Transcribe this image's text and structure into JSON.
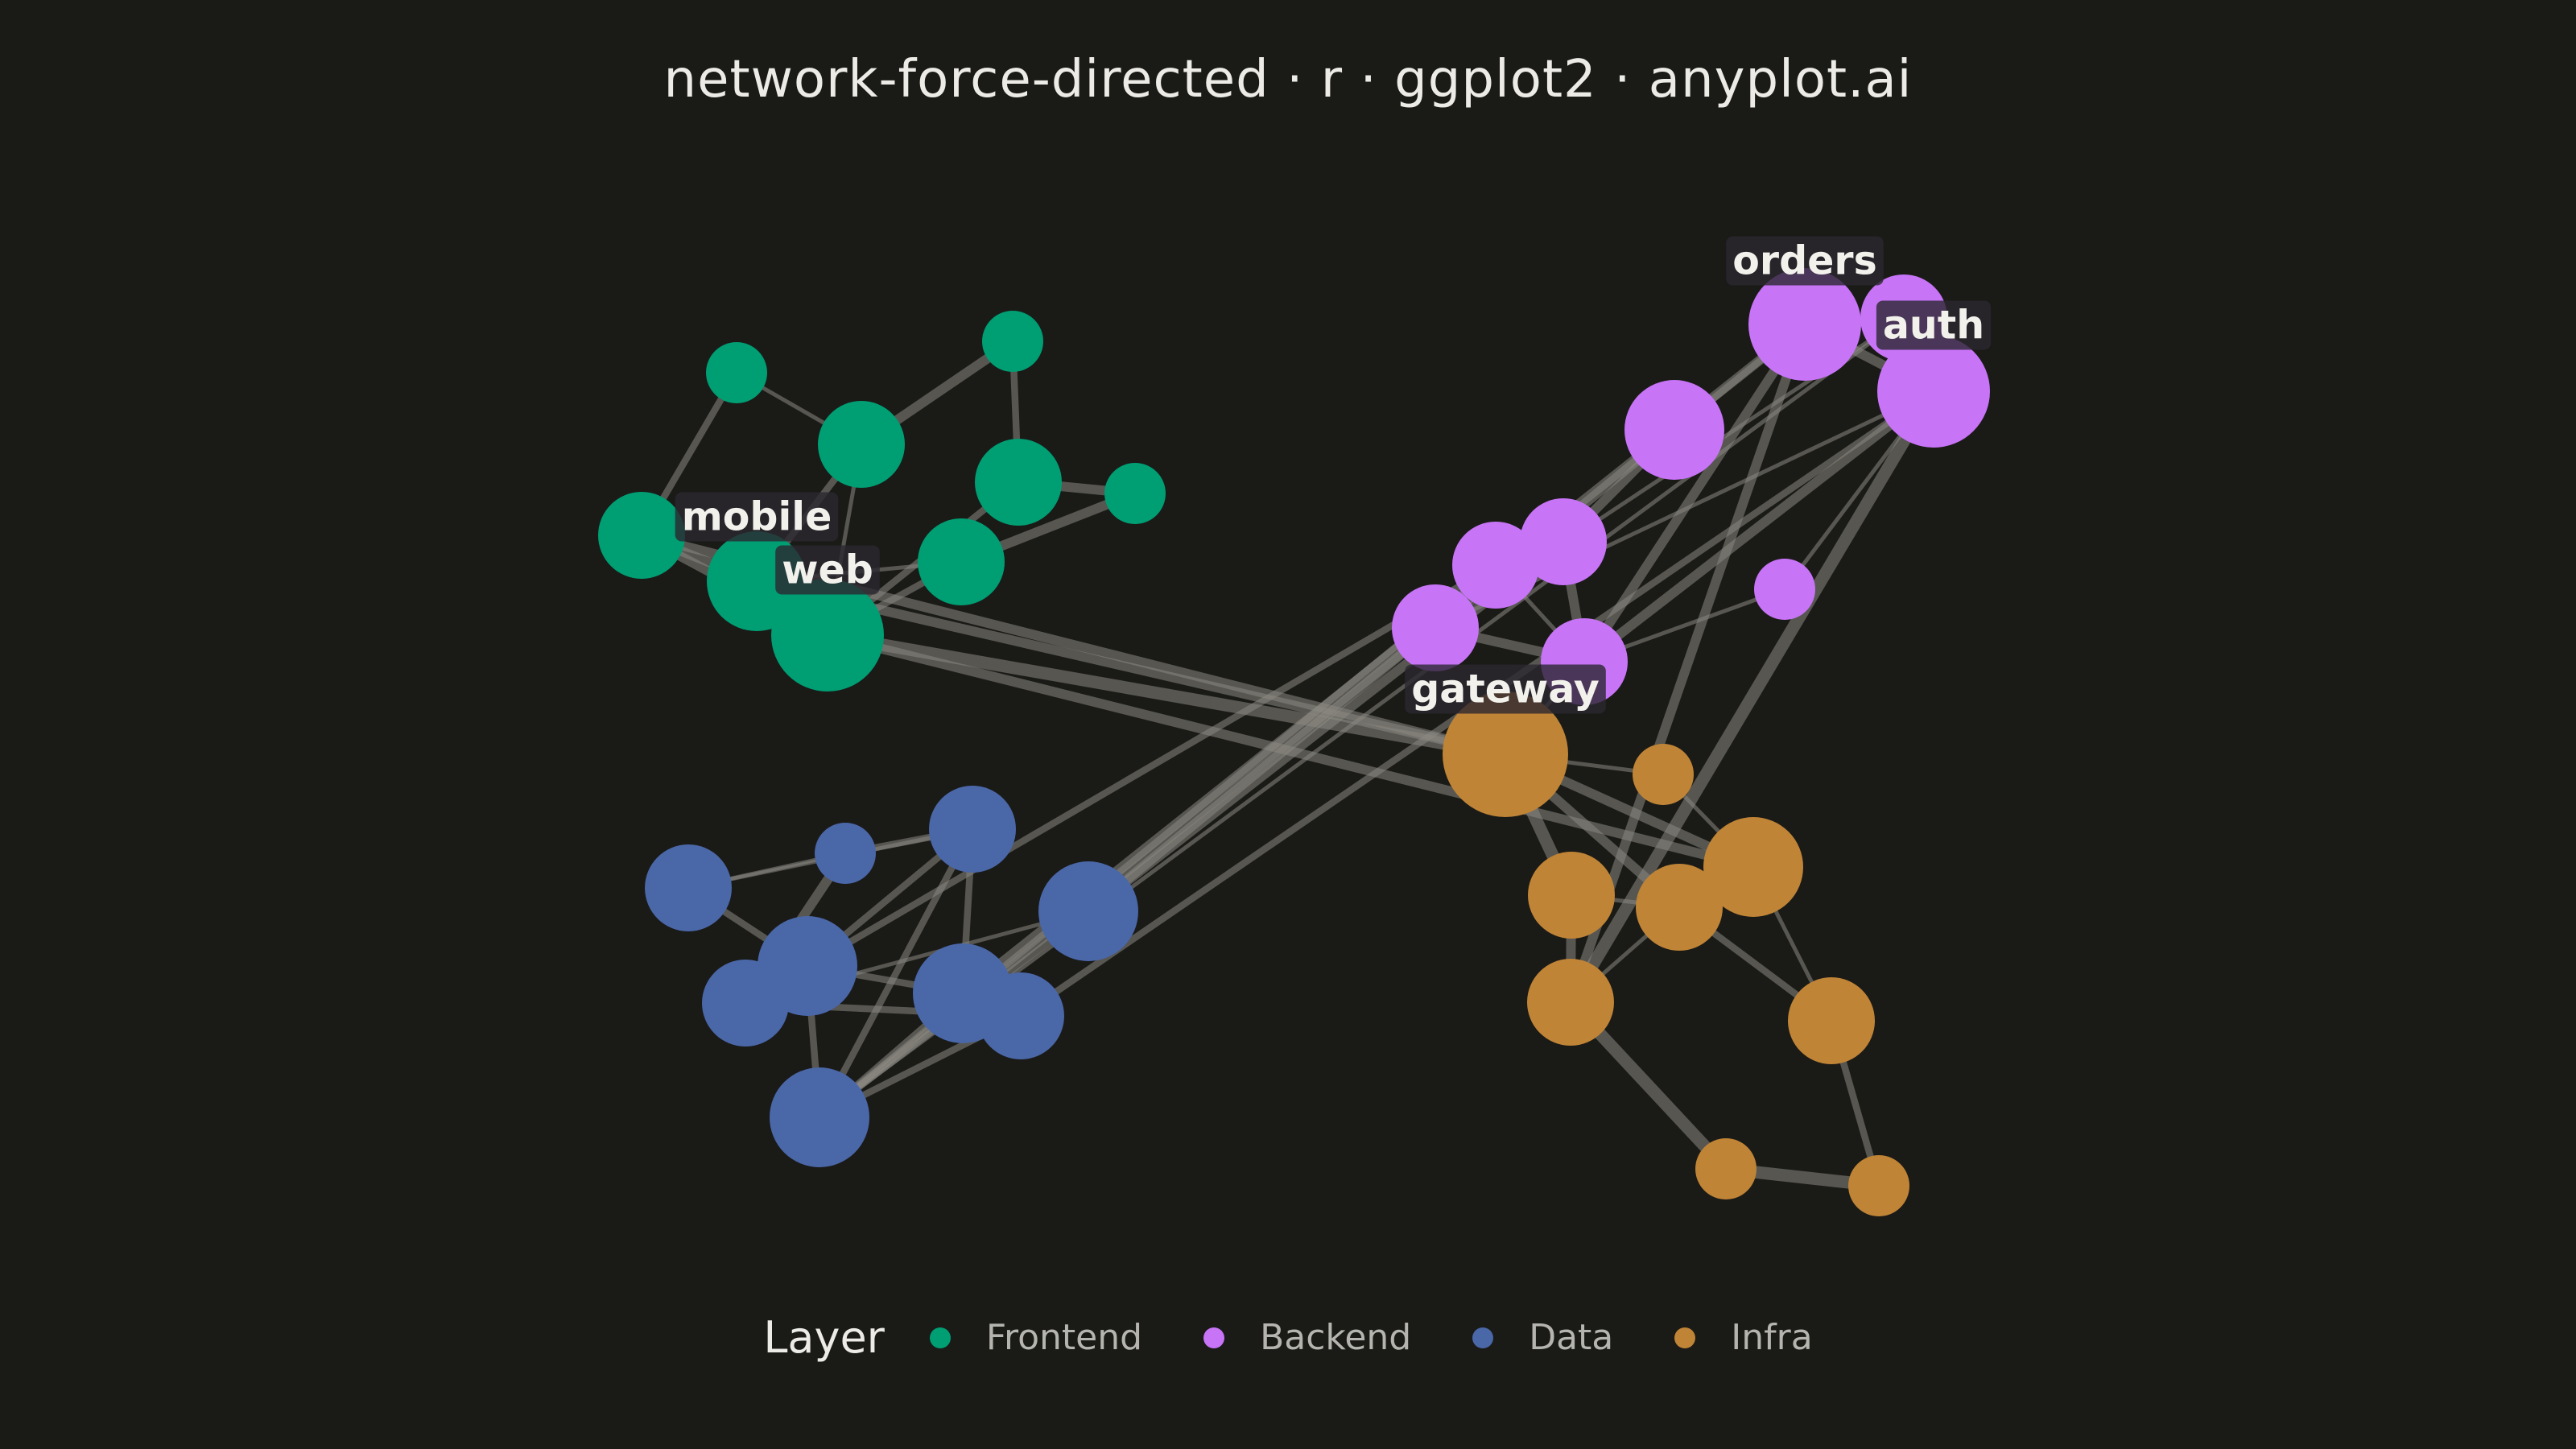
{
  "title": "network-force-directed · r · ggplot2 · anyplot.ai",
  "legend": {
    "title": "Layer",
    "items": [
      {
        "label": "Frontend",
        "color": "#009e73"
      },
      {
        "label": "Backend",
        "color": "#c774f7"
      },
      {
        "label": "Data",
        "color": "#4a67a8"
      },
      {
        "label": "Infra",
        "color": "#c08436"
      }
    ]
  },
  "colors": {
    "background": "#1a1a17",
    "edge": "#8a8982",
    "label_bg": "#2b2730",
    "label_text": "#f2f1ec"
  },
  "graph": {
    "nodes": [
      {
        "id": "f1",
        "group": "Frontend",
        "label": "",
        "weight": 2
      },
      {
        "id": "f2",
        "group": "Frontend",
        "label": "",
        "weight": 2
      },
      {
        "id": "f3",
        "group": "Frontend",
        "label": "",
        "weight": 4
      },
      {
        "id": "f4",
        "group": "Frontend",
        "label": "",
        "weight": 4
      },
      {
        "id": "f5",
        "group": "Frontend",
        "label": "",
        "weight": 2
      },
      {
        "id": "mobile",
        "group": "Frontend",
        "label": "mobile",
        "weight": 4
      },
      {
        "id": "f6",
        "group": "Frontend",
        "label": "",
        "weight": 5
      },
      {
        "id": "f7",
        "group": "Frontend",
        "label": "",
        "weight": 4
      },
      {
        "id": "web",
        "group": "Frontend",
        "label": "web",
        "weight": 6
      },
      {
        "id": "orders",
        "group": "Backend",
        "label": "orders",
        "weight": 6
      },
      {
        "id": "b1",
        "group": "Backend",
        "label": "",
        "weight": 4
      },
      {
        "id": "auth",
        "group": "Backend",
        "label": "auth",
        "weight": 6
      },
      {
        "id": "b2",
        "group": "Backend",
        "label": "",
        "weight": 5
      },
      {
        "id": "b3",
        "group": "Backend",
        "label": "",
        "weight": 4
      },
      {
        "id": "b4",
        "group": "Backend",
        "label": "",
        "weight": 4
      },
      {
        "id": "b5",
        "group": "Backend",
        "label": "",
        "weight": 2
      },
      {
        "id": "b6",
        "group": "Backend",
        "label": "",
        "weight": 4
      },
      {
        "id": "b7",
        "group": "Backend",
        "label": "",
        "weight": 4
      },
      {
        "id": "d1",
        "group": "Data",
        "label": "",
        "weight": 4
      },
      {
        "id": "d2",
        "group": "Data",
        "label": "",
        "weight": 2
      },
      {
        "id": "d3",
        "group": "Data",
        "label": "",
        "weight": 4
      },
      {
        "id": "d4",
        "group": "Data",
        "label": "",
        "weight": 5
      },
      {
        "id": "d5",
        "group": "Data",
        "label": "",
        "weight": 5
      },
      {
        "id": "d6",
        "group": "Data",
        "label": "",
        "weight": 4
      },
      {
        "id": "d7",
        "group": "Data",
        "label": "",
        "weight": 5
      },
      {
        "id": "d8",
        "group": "Data",
        "label": "",
        "weight": 4
      },
      {
        "id": "d9",
        "group": "Data",
        "label": "",
        "weight": 5
      },
      {
        "id": "gateway",
        "group": "Infra",
        "label": "gateway",
        "weight": 7
      },
      {
        "id": "i1",
        "group": "Infra",
        "label": "",
        "weight": 2
      },
      {
        "id": "i2",
        "group": "Infra",
        "label": "",
        "weight": 5
      },
      {
        "id": "i3",
        "group": "Infra",
        "label": "",
        "weight": 4
      },
      {
        "id": "i4",
        "group": "Infra",
        "label": "",
        "weight": 4
      },
      {
        "id": "i5",
        "group": "Infra",
        "label": "",
        "weight": 4
      },
      {
        "id": "i6",
        "group": "Infra",
        "label": "",
        "weight": 4
      },
      {
        "id": "i7",
        "group": "Infra",
        "label": "",
        "weight": 2
      },
      {
        "id": "i8",
        "group": "Infra",
        "label": "",
        "weight": 2
      }
    ],
    "edges": [
      {
        "source": "f1",
        "target": "f3",
        "weight": 1
      },
      {
        "source": "f1",
        "target": "mobile",
        "weight": 2
      },
      {
        "source": "f2",
        "target": "f3",
        "weight": 3
      },
      {
        "source": "f2",
        "target": "f4",
        "weight": 2
      },
      {
        "source": "f4",
        "target": "f5",
        "weight": 3
      },
      {
        "source": "f5",
        "target": "f7",
        "weight": 3
      },
      {
        "source": "f4",
        "target": "web",
        "weight": 2
      },
      {
        "source": "f3",
        "target": "f6",
        "weight": 2
      },
      {
        "source": "f3",
        "target": "web",
        "weight": 1
      },
      {
        "source": "mobile",
        "target": "f6",
        "weight": 3
      },
      {
        "source": "mobile",
        "target": "web",
        "weight": 3
      },
      {
        "source": "f6",
        "target": "f7",
        "weight": 1
      },
      {
        "source": "f7",
        "target": "web",
        "weight": 2
      },
      {
        "source": "mobile",
        "target": "gateway",
        "weight": 3
      },
      {
        "source": "f6",
        "target": "gateway",
        "weight": 3
      },
      {
        "source": "web",
        "target": "gateway",
        "weight": 4
      },
      {
        "source": "web",
        "target": "i2",
        "weight": 3
      },
      {
        "source": "orders",
        "target": "b1",
        "weight": 2
      },
      {
        "source": "orders",
        "target": "auth",
        "weight": 3
      },
      {
        "source": "b1",
        "target": "auth",
        "weight": 2
      },
      {
        "source": "orders",
        "target": "b2",
        "weight": 2
      },
      {
        "source": "orders",
        "target": "b7",
        "weight": 3
      },
      {
        "source": "auth",
        "target": "b7",
        "weight": 3
      },
      {
        "source": "auth",
        "target": "b5",
        "weight": 1
      },
      {
        "source": "auth",
        "target": "b6",
        "weight": 1
      },
      {
        "source": "b1",
        "target": "b6",
        "weight": 1
      },
      {
        "source": "b2",
        "target": "b3",
        "weight": 3
      },
      {
        "source": "b3",
        "target": "b4",
        "weight": 3
      },
      {
        "source": "b3",
        "target": "b7",
        "weight": 3
      },
      {
        "source": "b4",
        "target": "b7",
        "weight": 1
      },
      {
        "source": "b6",
        "target": "b7",
        "weight": 3
      },
      {
        "source": "b5",
        "target": "b7",
        "weight": 1
      },
      {
        "source": "b7",
        "target": "gateway",
        "weight": 1
      },
      {
        "source": "orders",
        "target": "i5",
        "weight": 3
      },
      {
        "source": "auth",
        "target": "i5",
        "weight": 4
      },
      {
        "source": "b2",
        "target": "d4",
        "weight": 3
      },
      {
        "source": "b3",
        "target": "d4",
        "weight": 3
      },
      {
        "source": "b4",
        "target": "d6",
        "weight": 2
      },
      {
        "source": "b6",
        "target": "d9",
        "weight": 2
      },
      {
        "source": "orders",
        "target": "d7",
        "weight": 3
      },
      {
        "source": "auth",
        "target": "d8",
        "weight": 2
      },
      {
        "source": "b1",
        "target": "d9",
        "weight": 1
      },
      {
        "source": "b4",
        "target": "d9",
        "weight": 2
      },
      {
        "source": "d1",
        "target": "d2",
        "weight": 1
      },
      {
        "source": "d1",
        "target": "d3",
        "weight": 1
      },
      {
        "source": "d1",
        "target": "d5",
        "weight": 2
      },
      {
        "source": "d2",
        "target": "d3",
        "weight": 2
      },
      {
        "source": "d2",
        "target": "d6",
        "weight": 3
      },
      {
        "source": "d3",
        "target": "d7",
        "weight": 2
      },
      {
        "source": "d3",
        "target": "d9",
        "weight": 2
      },
      {
        "source": "d3",
        "target": "d5",
        "weight": 2
      },
      {
        "source": "d5",
        "target": "d9",
        "weight": 2
      },
      {
        "source": "d5",
        "target": "d7",
        "weight": 2
      },
      {
        "source": "d4",
        "target": "d9",
        "weight": 2
      },
      {
        "source": "d4",
        "target": "d6",
        "weight": 1
      },
      {
        "source": "d6",
        "target": "d8",
        "weight": 2
      },
      {
        "source": "d8",
        "target": "d9",
        "weight": 2
      },
      {
        "source": "d7",
        "target": "d9",
        "weight": 2
      },
      {
        "source": "gateway",
        "target": "i1",
        "weight": 1
      },
      {
        "source": "gateway",
        "target": "i2",
        "weight": 3
      },
      {
        "source": "gateway",
        "target": "i3",
        "weight": 4
      },
      {
        "source": "gateway",
        "target": "i4",
        "weight": 3
      },
      {
        "source": "i1",
        "target": "i2",
        "weight": 1
      },
      {
        "source": "i2",
        "target": "i4",
        "weight": 3
      },
      {
        "source": "i2",
        "target": "i6",
        "weight": 1
      },
      {
        "source": "i3",
        "target": "i4",
        "weight": 1
      },
      {
        "source": "i3",
        "target": "i5",
        "weight": 3
      },
      {
        "source": "i4",
        "target": "i5",
        "weight": 1
      },
      {
        "source": "i4",
        "target": "i6",
        "weight": 2
      },
      {
        "source": "i5",
        "target": "i7",
        "weight": 4
      },
      {
        "source": "i7",
        "target": "i8",
        "weight": 4
      },
      {
        "source": "i6",
        "target": "i8",
        "weight": 2
      }
    ]
  }
}
